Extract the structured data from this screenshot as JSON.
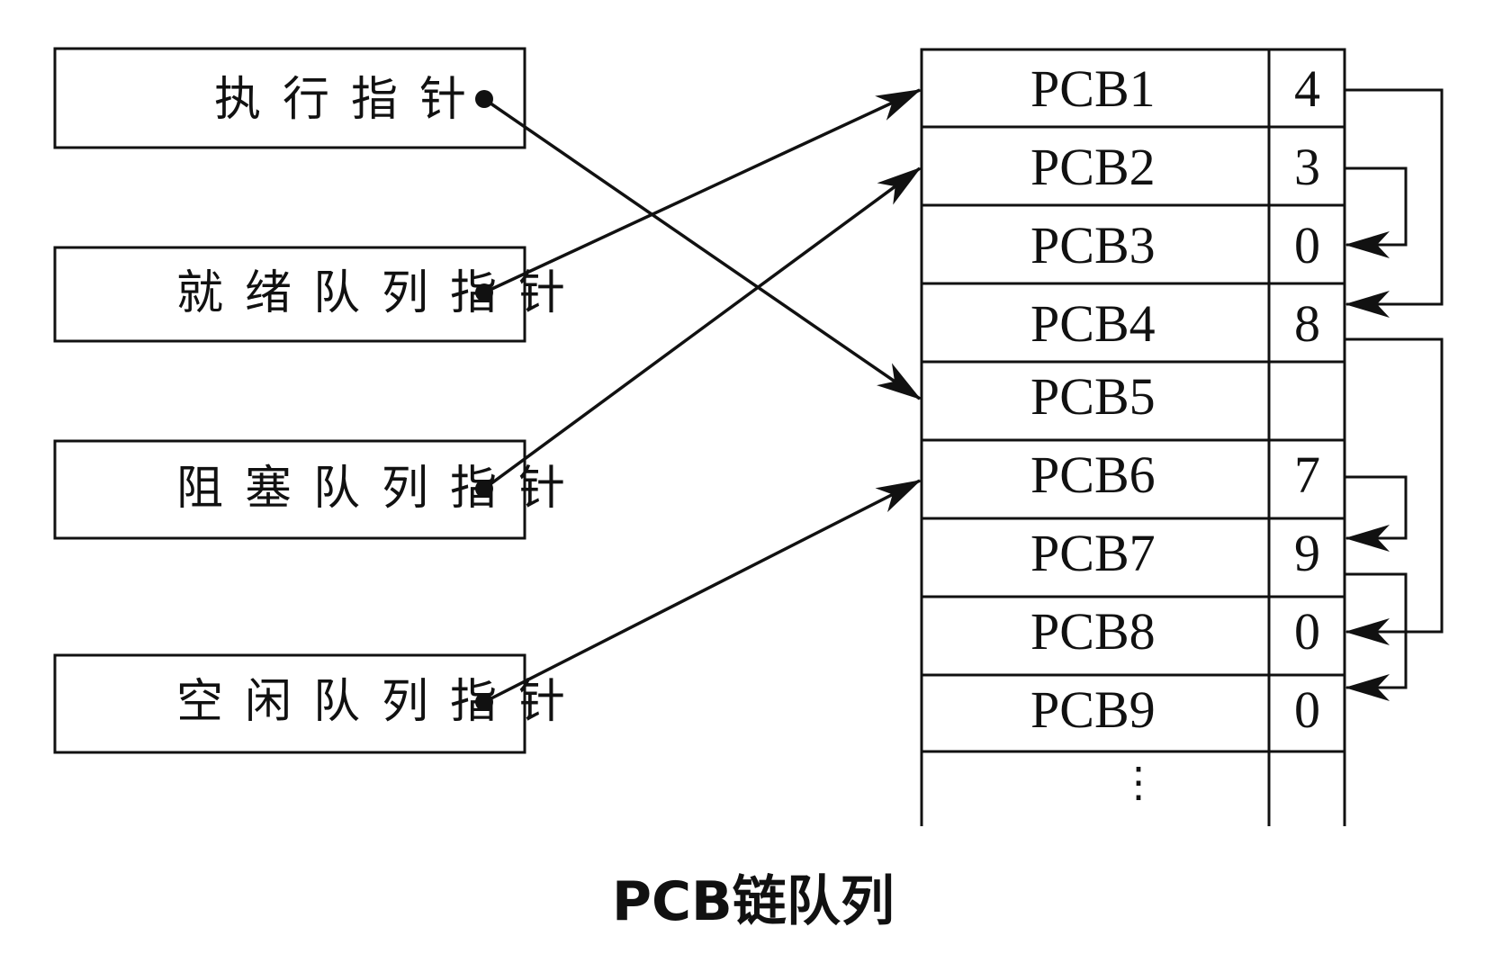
{
  "pointers": [
    {
      "label": "执行指针",
      "target": "PCB5"
    },
    {
      "label": "就绪队列指针",
      "target": "PCB1"
    },
    {
      "label": "阻塞队列指针",
      "target": "PCB2"
    },
    {
      "label": "空闲队列指针",
      "target": "PCB6"
    }
  ],
  "pcbs": [
    {
      "name": "PCB1",
      "link": "4"
    },
    {
      "name": "PCB2",
      "link": "3"
    },
    {
      "name": "PCB3",
      "link": "0"
    },
    {
      "name": "PCB4",
      "link": "8"
    },
    {
      "name": "PCB5",
      "link": ""
    },
    {
      "name": "PCB6",
      "link": "7"
    },
    {
      "name": "PCB7",
      "link": "9"
    },
    {
      "name": "PCB8",
      "link": "0"
    },
    {
      "name": "PCB9",
      "link": "0"
    }
  ],
  "ellipsis": "⋮",
  "caption": "PCB链队列",
  "colors": {
    "line": "#111111",
    "background": "#ffffff"
  }
}
